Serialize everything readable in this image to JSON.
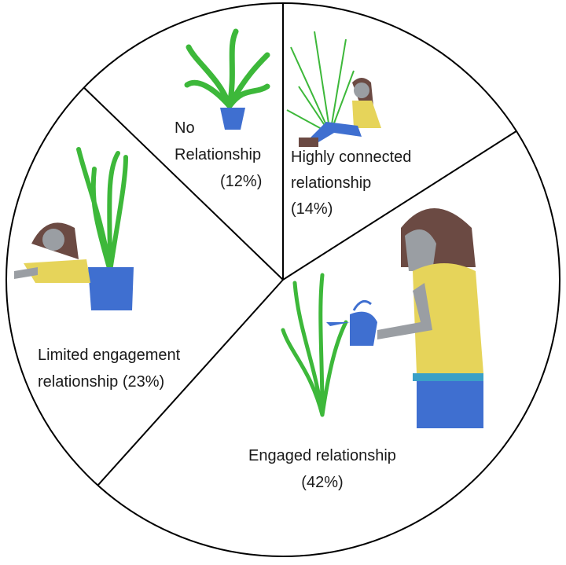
{
  "chart_data": {
    "type": "pie",
    "title": "",
    "slices": [
      {
        "label_lines": [
          "No",
          "Relationship",
          "(12%)"
        ],
        "label": "No Relationship",
        "value": 12
      },
      {
        "label_lines": [
          "Highly connected",
          "relationship",
          "(14%)"
        ],
        "label": "Highly connected relationship",
        "value": 14
      },
      {
        "label_lines": [
          "Engaged relationship",
          "(42%)"
        ],
        "label": "Engaged relationship",
        "value": 42
      },
      {
        "label_lines": [
          "Limited engagement",
          "relationship (23%)"
        ],
        "label": "Limited engagement relationship",
        "value": 23
      }
    ],
    "colors": {
      "outline": "#000000",
      "plant": "#3db83a",
      "pot": "#3f6fd0",
      "shirt": "#e6d45a",
      "skin": "#9a9ea3",
      "hair": "#6b4a43"
    }
  }
}
